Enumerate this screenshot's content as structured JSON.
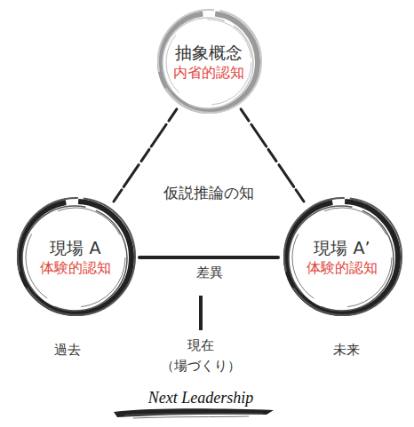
{
  "diagram": {
    "caption": "Next Leadership",
    "nodes": [
      {
        "text": [
          "抽象概念",
          "内省的認知"
        ]
      },
      {
        "text": [
          "現場 A",
          "体験的認知"
        ]
      },
      {
        "text": [
          "現場 A’",
          "体験的認知"
        ]
      }
    ],
    "edges": [
      {
        "from": 0,
        "to": 1,
        "arrow": "none"
      },
      {
        "from": 0,
        "to": 2,
        "arrow": "none"
      },
      {
        "from": 1,
        "to": 2,
        "arrow": "none",
        "label": "差異"
      }
    ],
    "labels": [
      "仮説推論の知",
      "過去",
      "未来",
      "現在 （場づくり）"
    ]
  }
}
